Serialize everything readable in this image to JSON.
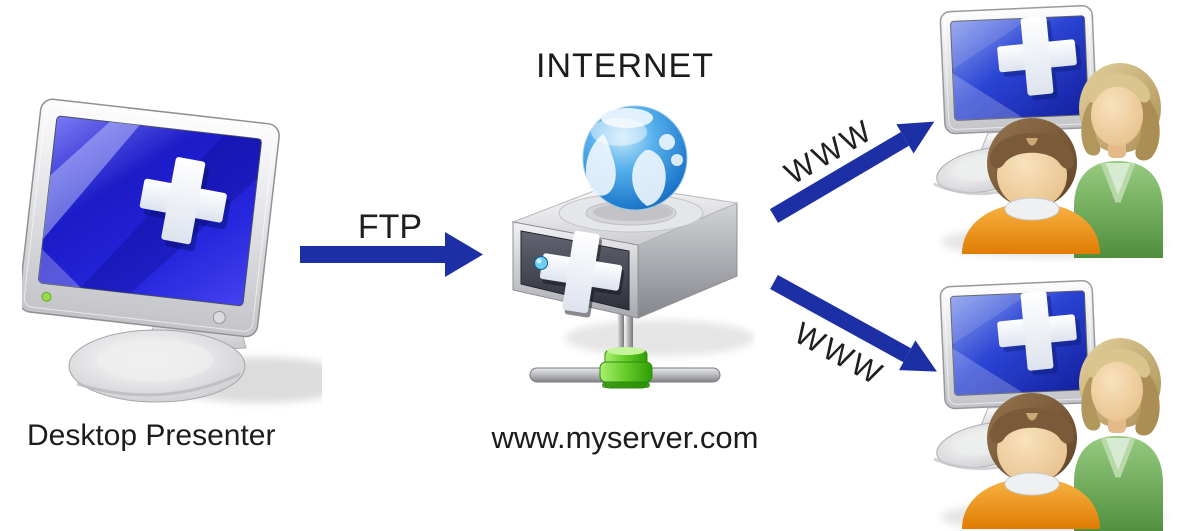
{
  "page": {
    "background": "#ffffff"
  },
  "colors": {
    "arrow_blue": "#1c2fa4",
    "presenter_screen_blue": "#2222d0",
    "audience_screen_blue": "#2a44d4",
    "server_panel_dark": "#3a3d49",
    "connector_green": "#55c025",
    "globe_ocean_blue": "#3f9fe0",
    "boy_shirt_orange": "#f0941f",
    "woman_jacket_green": "#6fae58",
    "label_text": "#1c1c1c"
  },
  "nodes": {
    "presenter": {
      "label": "Desktop Presenter",
      "icon": "desktop-monitor-icon"
    },
    "server": {
      "caption": "INTERNET",
      "address": "www.myserver.com",
      "icon": "internet-server-globe-icon"
    },
    "audience_top": {
      "icon": "audience-computer-users-icon"
    },
    "audience_bottom": {
      "icon": "audience-computer-users-icon"
    }
  },
  "edges": {
    "ftp": {
      "label": "FTP"
    },
    "www_top": {
      "label": "WWW"
    },
    "www_bottom": {
      "label": "WWW"
    }
  }
}
